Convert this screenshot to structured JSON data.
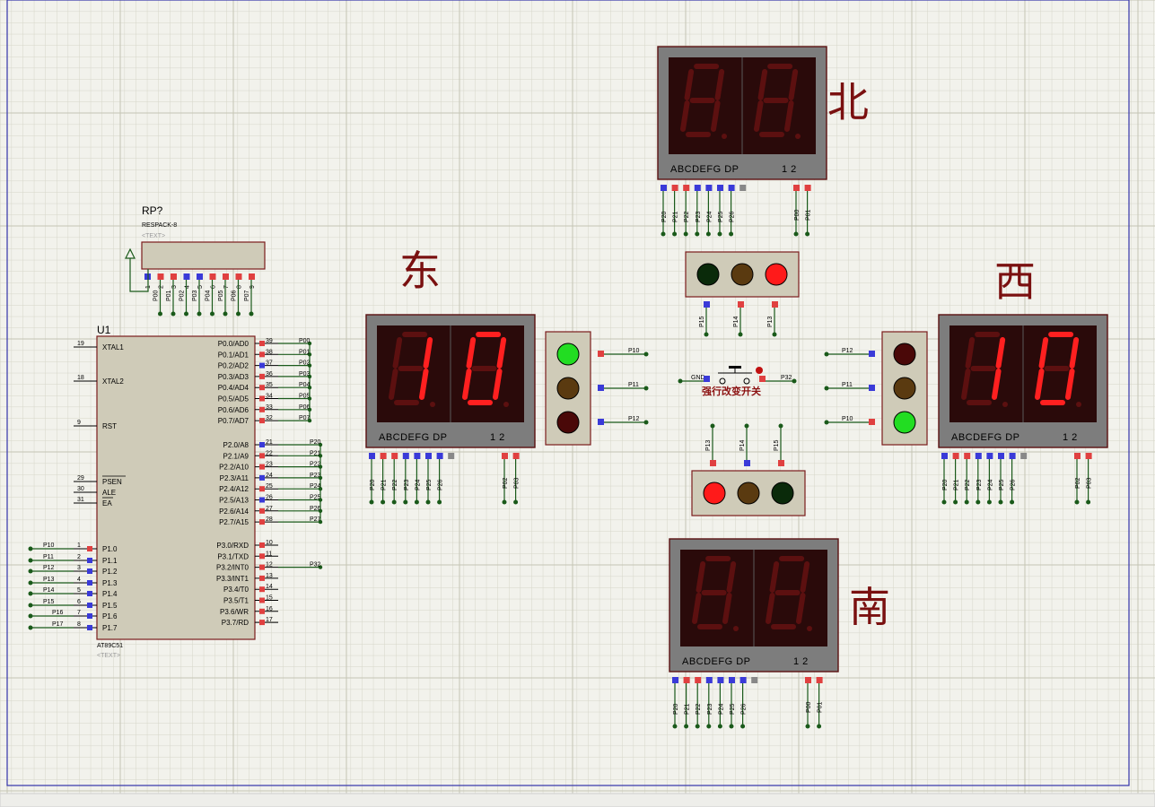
{
  "colors": {
    "background": "#f2f2ec",
    "grid_minor": "#d9d9cc",
    "grid_major": "#c4c4b4",
    "border": "#3333aa",
    "component_fill": "#cfcbb8",
    "component_stroke": "#7a1c1c",
    "wire": "#1a5a1a",
    "segment_on": "#ff2020",
    "segment_off": "#5c1010",
    "display_bg": "#2a0a0a",
    "direction_text": "#7a1010"
  },
  "resistor_pack": {
    "ref": "RP?",
    "part": "RESPACK-8",
    "text": "<TEXT>",
    "pin_numbers": [
      "1",
      "2",
      "3",
      "4",
      "5",
      "6",
      "7",
      "8",
      "9"
    ],
    "pin_nets": [
      "P00",
      "P01",
      "P02",
      "P03",
      "P04",
      "P05",
      "P06",
      "P07"
    ]
  },
  "mcu": {
    "ref": "U1",
    "part": "AT89C51",
    "text": "<TEXT>",
    "left_pins": [
      {
        "num": "19",
        "name": "XTAL1"
      },
      {
        "num": "18",
        "name": "XTAL2"
      },
      {
        "num": "9",
        "name": "RST"
      },
      {
        "num": "29",
        "name": "PSEN"
      },
      {
        "num": "30",
        "name": "ALE"
      },
      {
        "num": "31",
        "name": "EA"
      },
      {
        "num": "1",
        "name": "P1.0",
        "net": "P10"
      },
      {
        "num": "2",
        "name": "P1.1",
        "net": "P11"
      },
      {
        "num": "3",
        "name": "P1.2",
        "net": "P12"
      },
      {
        "num": "4",
        "name": "P1.3",
        "net": "P13"
      },
      {
        "num": "5",
        "name": "P1.4",
        "net": "P14"
      },
      {
        "num": "6",
        "name": "P1.5",
        "net": "P15"
      },
      {
        "num": "7",
        "name": "P1.6",
        "net": "P16"
      },
      {
        "num": "8",
        "name": "P1.7",
        "net": "P17"
      }
    ],
    "right_pins": [
      {
        "num": "39",
        "name": "P0.0/AD0",
        "net": "P00"
      },
      {
        "num": "38",
        "name": "P0.1/AD1",
        "net": "P01"
      },
      {
        "num": "37",
        "name": "P0.2/AD2",
        "net": "P02"
      },
      {
        "num": "36",
        "name": "P0.3/AD3",
        "net": "P03"
      },
      {
        "num": "35",
        "name": "P0.4/AD4",
        "net": "P04"
      },
      {
        "num": "34",
        "name": "P0.5/AD5",
        "net": "P05"
      },
      {
        "num": "33",
        "name": "P0.6/AD6",
        "net": "P06"
      },
      {
        "num": "32",
        "name": "P0.7/AD7",
        "net": "P07"
      },
      {
        "num": "21",
        "name": "P2.0/A8",
        "net": "P20"
      },
      {
        "num": "22",
        "name": "P2.1/A9",
        "net": "P21"
      },
      {
        "num": "23",
        "name": "P2.2/A10",
        "net": "P22"
      },
      {
        "num": "24",
        "name": "P2.3/A11",
        "net": "P23"
      },
      {
        "num": "25",
        "name": "P2.4/A12",
        "net": "P24"
      },
      {
        "num": "26",
        "name": "P2.5/A13",
        "net": "P25"
      },
      {
        "num": "27",
        "name": "P2.6/A14",
        "net": "P26"
      },
      {
        "num": "28",
        "name": "P2.7/A15",
        "net": "P27"
      },
      {
        "num": "10",
        "name": "P3.0/RXD"
      },
      {
        "num": "11",
        "name": "P3.1/TXD"
      },
      {
        "num": "12",
        "name": "P3.2/INT0",
        "net": "P32"
      },
      {
        "num": "13",
        "name": "P3.3/INT1"
      },
      {
        "num": "14",
        "name": "P3.4/T0"
      },
      {
        "num": "15",
        "name": "P3.5/T1"
      },
      {
        "num": "16",
        "name": "P3.6/WR"
      },
      {
        "num": "17",
        "name": "P3.7/RD"
      }
    ]
  },
  "displays": {
    "label": "ABCDEFG  DP",
    "digit_label": "1 2",
    "segment_nets": [
      "P20",
      "P21",
      "P22",
      "P23",
      "P24",
      "P25",
      "P26"
    ],
    "north": {
      "direction": "北",
      "digits": [
        "8",
        "8"
      ],
      "lit": false,
      "digit_nets": [
        "P00",
        "P01"
      ]
    },
    "east": {
      "direction": "东",
      "digits": [
        "1",
        "0"
      ],
      "lit": true,
      "digit_nets": [
        "P02",
        "P03"
      ]
    },
    "west": {
      "direction": "西",
      "digits": [
        "1",
        "0"
      ],
      "lit": true,
      "digit_nets": [
        "P02",
        "P03"
      ]
    },
    "south": {
      "direction": "南",
      "digits": [
        "8",
        "8"
      ],
      "lit": false,
      "digit_nets": [
        "P00",
        "P01"
      ]
    }
  },
  "traffic_lights": {
    "north": {
      "lamps": [
        "green-off",
        "yellow-off",
        "red-on"
      ],
      "nets": [
        "P15",
        "P14",
        "P13"
      ]
    },
    "south": {
      "lamps": [
        "red-on",
        "yellow-off",
        "green-off"
      ],
      "nets": [
        "P13",
        "P14",
        "P15"
      ]
    },
    "east": {
      "lamps": [
        "green-on",
        "yellow-off",
        "red-off"
      ],
      "nets": [
        "P10",
        "P11",
        "P12"
      ]
    },
    "west": {
      "lamps": [
        "red-off",
        "yellow-off",
        "green-on"
      ],
      "nets": [
        "P12",
        "P11",
        "P10"
      ]
    }
  },
  "switch": {
    "label": "强行改变开关",
    "gnd": "GND",
    "net": "P32"
  }
}
